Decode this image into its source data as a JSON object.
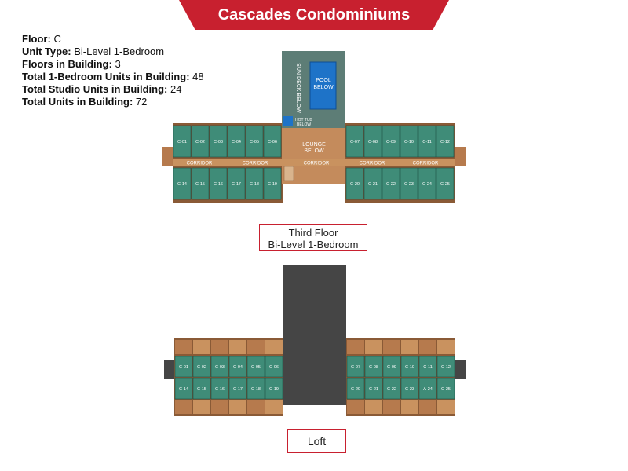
{
  "title": "Cascades Condominiums",
  "info": [
    {
      "key": "Floor:",
      "value": "C"
    },
    {
      "key": "Unit Type:",
      "value": "Bi-Level 1-Bedroom"
    },
    {
      "key": "Floors in Building:",
      "value": "3"
    },
    {
      "key": "Total 1-Bedroom Units in Building:",
      "value": "48"
    },
    {
      "key": "Total Studio Units in Building:",
      "value": "24"
    },
    {
      "key": "Total Units in Building:",
      "value": "72"
    }
  ],
  "third_floor": {
    "label_line1": "Third Floor",
    "label_line2": "Bi-Level 1-Bedroom",
    "sun_deck": "SUN DECK BELOW",
    "pool": "POOL BELOW",
    "hot_tub": "HOT TUB BELOW",
    "lounge": "LOUNGE BELOW",
    "corridor": "CORRIDOR",
    "top_left_units": [
      "C-01",
      "C-02",
      "C-03",
      "C-04",
      "C-05",
      "C-06"
    ],
    "top_right_units": [
      "C-07",
      "C-08",
      "C-09",
      "C-10",
      "C-11",
      "C-12"
    ],
    "bottom_left_units": [
      "C-14",
      "C-15",
      "C-16",
      "C-17",
      "C-18",
      "C-19"
    ],
    "bottom_right_units": [
      "C-20",
      "C-21",
      "C-22",
      "C-23",
      "C-24",
      "C-25"
    ]
  },
  "loft": {
    "label": "Loft",
    "top_left_units": [
      "C-01",
      "C-02",
      "C-03",
      "C-04",
      "C-05",
      "C-06"
    ],
    "top_right_units": [
      "C-07",
      "C-08",
      "C-09",
      "C-10",
      "C-11",
      "C-12"
    ],
    "bottom_left_units": [
      "C-14",
      "C-15",
      "C-16",
      "C-17",
      "C-18",
      "C-19"
    ],
    "bottom_right_units": [
      "C-20",
      "C-21",
      "C-22",
      "C-23",
      "A-24",
      "C-25"
    ]
  },
  "colors": {
    "brand_red": "#c8202f",
    "unit_green": "#3f8c78",
    "wood_brown": "#b67a4d",
    "dark_gray": "#454545",
    "pool_blue": "#1e73c8",
    "deck_green": "#5d7d76"
  }
}
